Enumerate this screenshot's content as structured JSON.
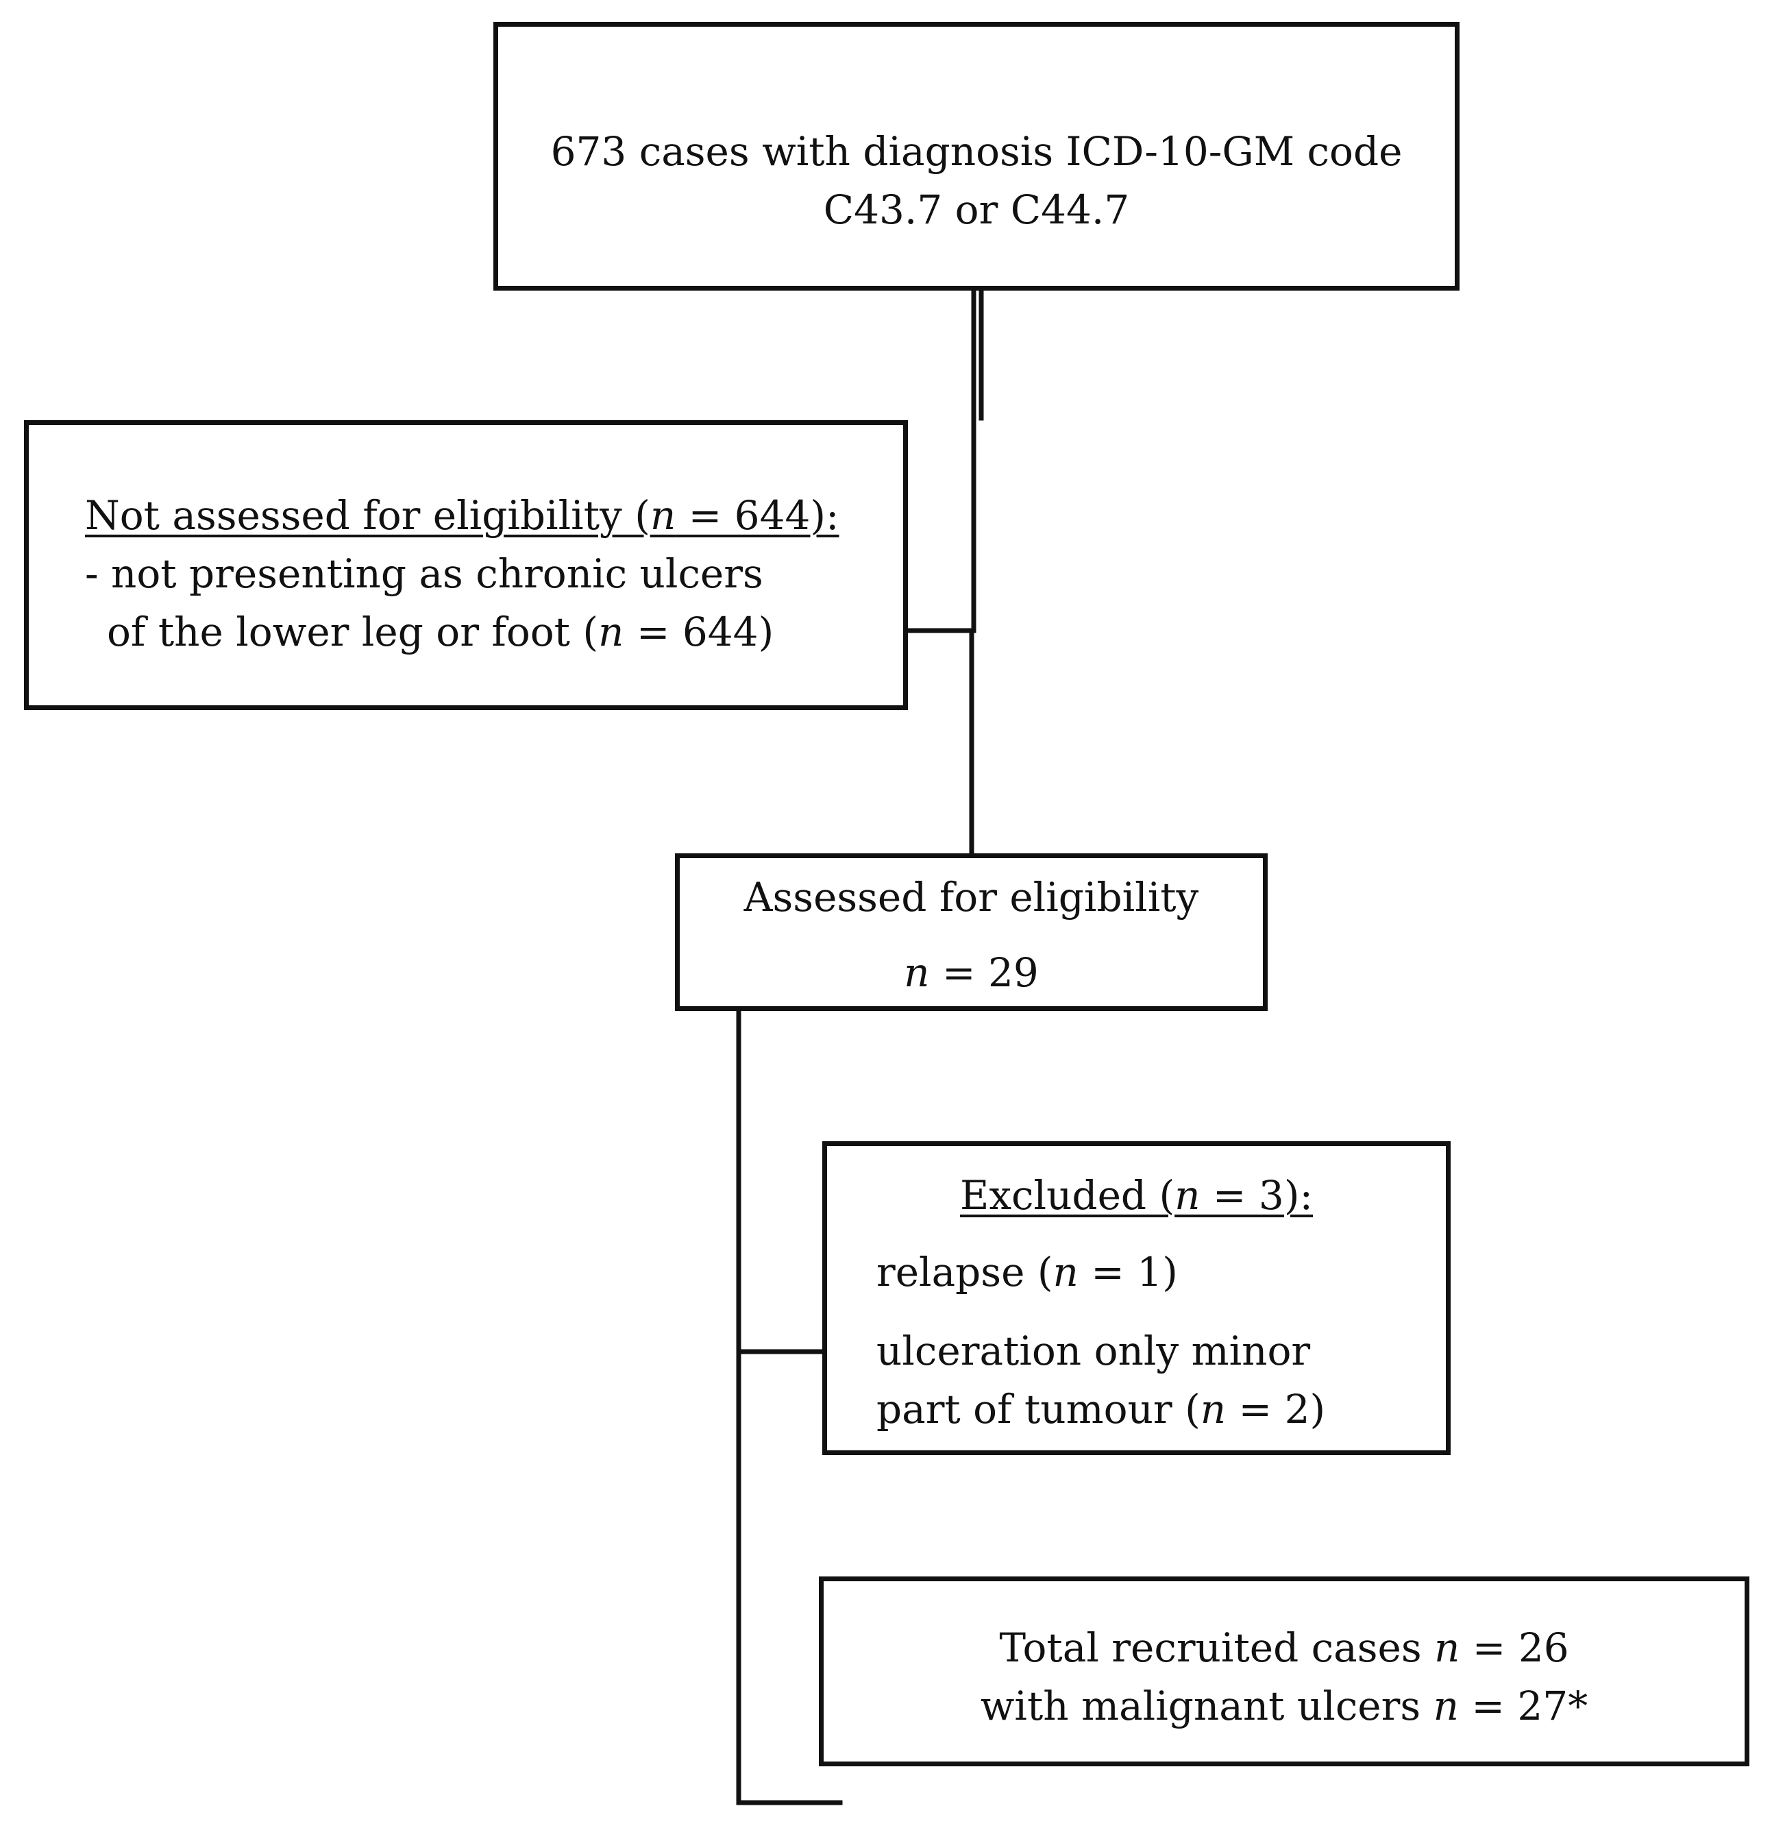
{
  "top_box": {
    "line1": "673 cases with diagnosis ICD-10-GM code",
    "line2": "C43.7 or C44.7"
  },
  "not_assessed_box": {
    "heading_text": "Not assessed for eligibility (",
    "heading_n": "n",
    "heading_value": " = 644):",
    "item_line1": "- not presenting as chronic ulcers",
    "item_line2_text": "of the lower leg or foot (",
    "item_line2_n": "n",
    "item_line2_value": " = 644)"
  },
  "assessed_box": {
    "title": "Assessed for eligibility",
    "n_label": "n",
    "n_value": " = 29"
  },
  "excluded_box": {
    "heading_text": "Excluded (",
    "heading_n": "n",
    "heading_value": " = 3):",
    "reason1_text": "relapse (",
    "reason1_n": "n",
    "reason1_value": " = 1)",
    "reason2_line1": "ulceration only minor",
    "reason2_line2_text": "part of tumour (",
    "reason2_line2_n": "n",
    "reason2_line2_value": " = 2)"
  },
  "total_box": {
    "line1_text": "Total recruited cases ",
    "line1_n": "n",
    "line1_value": " = 26",
    "line2_text": "with malignant ulcers ",
    "line2_n": "n",
    "line2_value": " = 27*"
  }
}
